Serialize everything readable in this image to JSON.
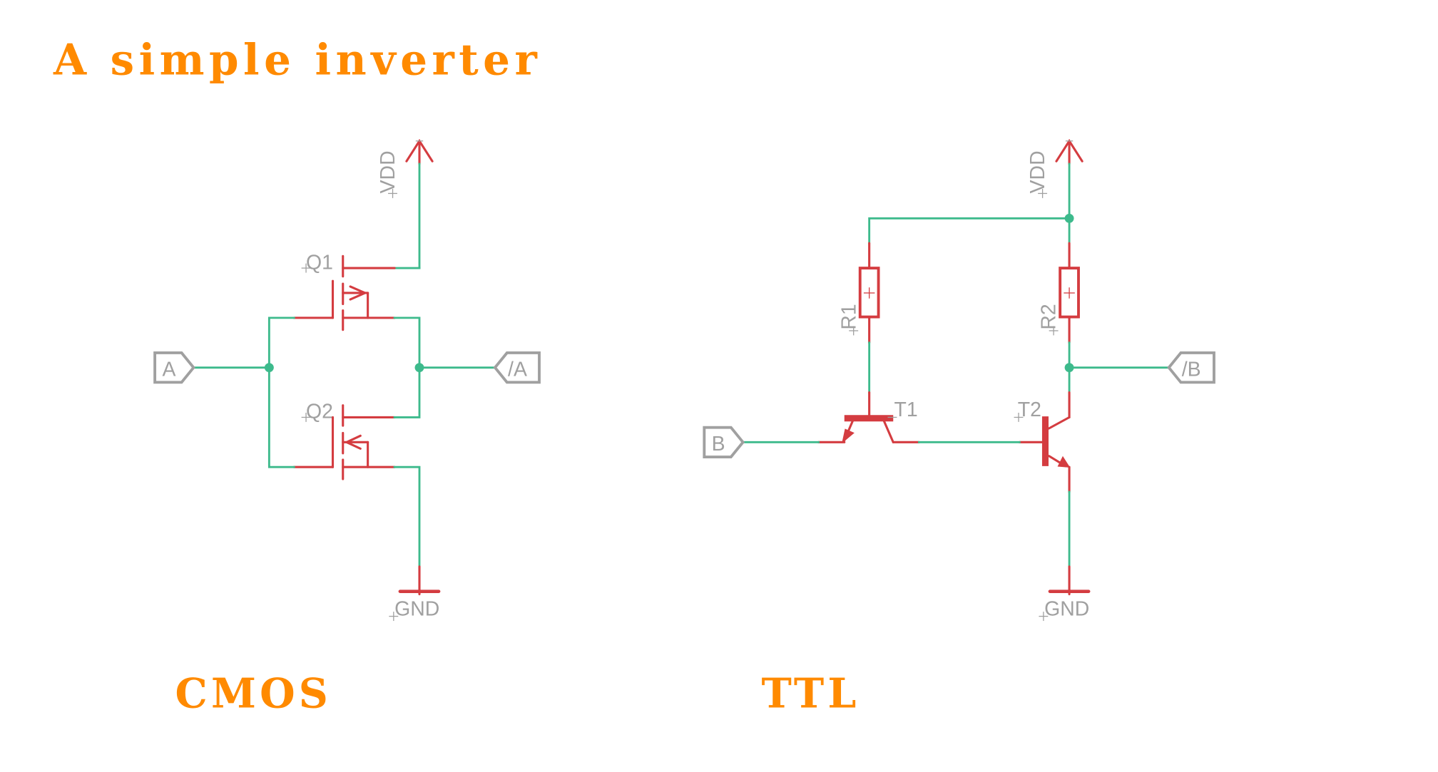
{
  "title": "A simple inverter",
  "colors": {
    "title": "#ff8a00",
    "wire": "#3dba8c",
    "symbol": "#d43c40",
    "label": "#a0a0a0"
  },
  "cmos": {
    "caption": "CMOS",
    "supply_label": "VDD",
    "ground_label": "GND",
    "input_port": "A",
    "output_port": "/A",
    "transistors": [
      {
        "name": "Q1",
        "type": "PMOS"
      },
      {
        "name": "Q2",
        "type": "NMOS"
      }
    ]
  },
  "ttl": {
    "caption": "TTL",
    "supply_label": "VDD",
    "ground_label": "GND",
    "input_port": "B",
    "output_port": "/B",
    "resistors": [
      {
        "name": "R1"
      },
      {
        "name": "R2"
      }
    ],
    "transistors": [
      {
        "name": "T1",
        "type": "NPN"
      },
      {
        "name": "T2",
        "type": "NPN"
      }
    ]
  }
}
